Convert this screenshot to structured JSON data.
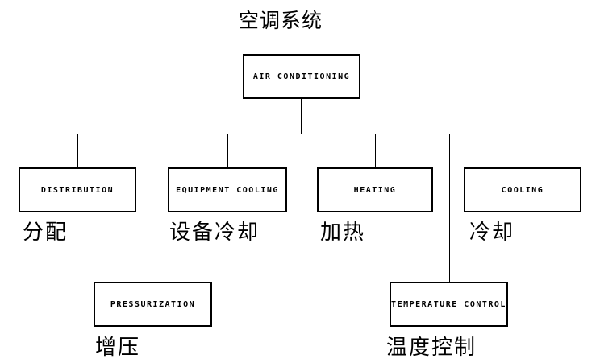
{
  "title": "空调系统",
  "colors": {
    "line": "#000000",
    "background": "#ffffff",
    "text": "#000000"
  },
  "nodes": {
    "air_conditioning": {
      "label": "AIR CONDITIONING",
      "caption": ""
    },
    "distribution": {
      "label": "DISTRIBUTION",
      "caption": "分配"
    },
    "equipment_cooling": {
      "label": "EQUIPMENT COOLING",
      "caption": "设备冷却"
    },
    "heating": {
      "label": "HEATING",
      "caption": "加热"
    },
    "cooling": {
      "label": "COOLING",
      "caption": "冷却"
    },
    "pressurization": {
      "label": "PRESSURIZATION",
      "caption": "增压"
    },
    "temperature_control": {
      "label": "TEMPERATURE CONTROL",
      "caption": "温度控制"
    }
  }
}
